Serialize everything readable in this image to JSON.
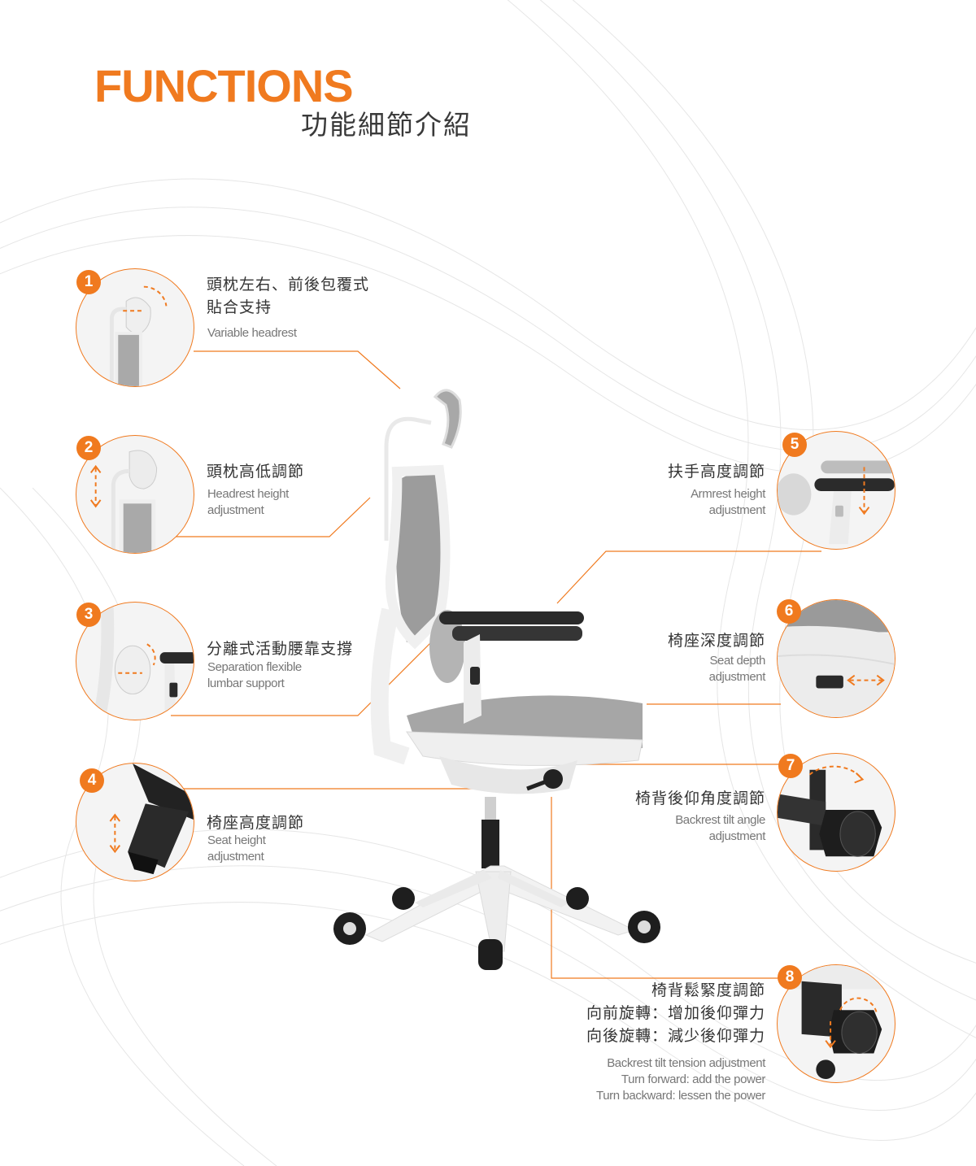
{
  "header": {
    "title": "FUNCTIONS",
    "subtitle": "功能細節介紹"
  },
  "colors": {
    "accent": "#f07a1f",
    "text": "#333333",
    "muted": "#777777",
    "chair_white": "#f2f2f2",
    "mesh": "#9a9a9a",
    "dark": "#2a2a2a"
  },
  "features": [
    {
      "number": "1",
      "title_lines": [
        "頭枕左右、前後包覆式",
        "貼合支持"
      ],
      "desc_lines": [
        "Variable headrest"
      ],
      "icon": "headrest-icon"
    },
    {
      "number": "2",
      "title_lines": [
        "頭枕高低調節"
      ],
      "desc_lines": [
        "Headrest height",
        "adjustment"
      ],
      "icon": "headrest-height-icon"
    },
    {
      "number": "3",
      "title_lines": [
        "分離式活動腰靠支撐"
      ],
      "desc_lines": [
        "Separation flexible",
        "lumbar support"
      ],
      "icon": "lumbar-icon"
    },
    {
      "number": "4",
      "title_lines": [
        "椅座高度調節"
      ],
      "desc_lines": [
        "Seat height",
        "adjustment"
      ],
      "icon": "seat-lever-icon"
    },
    {
      "number": "5",
      "title_lines": [
        "扶手高度調節"
      ],
      "desc_lines": [
        "Armrest height",
        "adjustment"
      ],
      "icon": "armrest-icon"
    },
    {
      "number": "6",
      "title_lines": [
        "椅座深度調節"
      ],
      "desc_lines": [
        "Seat depth",
        "adjustment"
      ],
      "icon": "seat-depth-icon"
    },
    {
      "number": "7",
      "title_lines": [
        "椅背後仰角度調節"
      ],
      "desc_lines": [
        "Backrest tilt angle",
        "adjustment"
      ],
      "icon": "tilt-knob-icon"
    },
    {
      "number": "8",
      "title_lines": [
        "椅背鬆緊度調節",
        "向前旋轉：增加後仰彈力",
        "向後旋轉：減少後仰彈力"
      ],
      "desc_lines": [
        "Backrest tilt tension adjustment",
        "Turn forward: add the power",
        "Turn backward: lessen the power"
      ],
      "icon": "tension-knob-icon"
    }
  ]
}
